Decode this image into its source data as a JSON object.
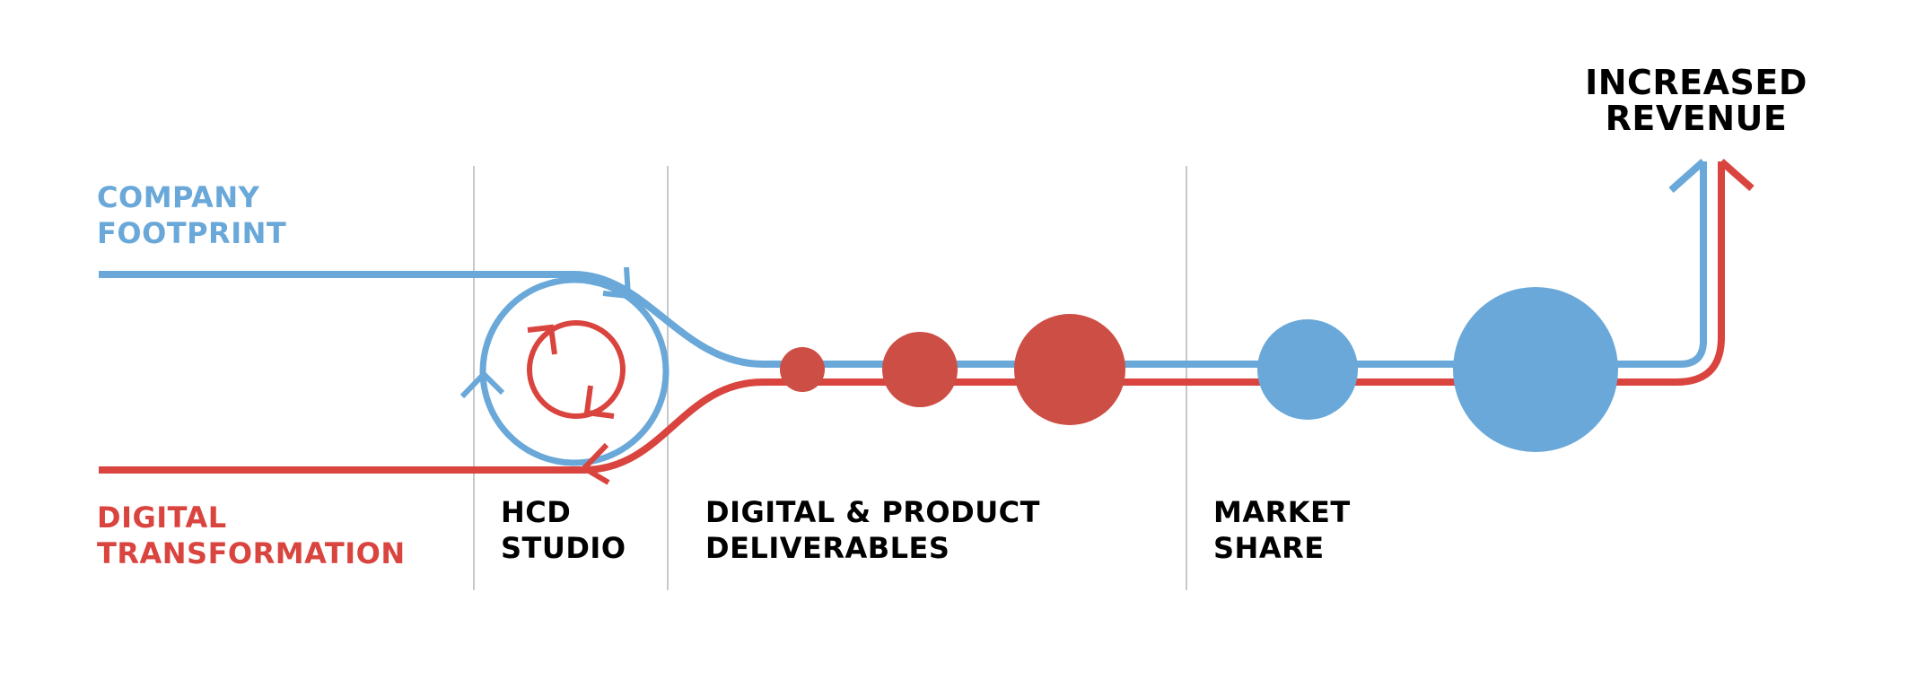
{
  "colors": {
    "blue": "#69a8d8",
    "red": "#d9443e",
    "red_fill": "#cd4e45",
    "black": "#000000",
    "divider": "#c8c8c8"
  },
  "labels": {
    "company_footprint": {
      "line1": "COMPANY",
      "line2": "FOOTPRINT"
    },
    "digital_transformation": {
      "line1": "DIGITAL",
      "line2": "TRANSFORMATION"
    },
    "hcd_studio": {
      "line1": "HCD",
      "line2": "STUDIO"
    },
    "deliverables": {
      "line1": "DIGITAL & PRODUCT",
      "line2": "DELIVERABLES"
    },
    "market_share": {
      "line1": "MARKET",
      "line2": "SHARE"
    },
    "increased_revenue": {
      "line1": "INCREASED",
      "line2": "REVENUE"
    }
  }
}
